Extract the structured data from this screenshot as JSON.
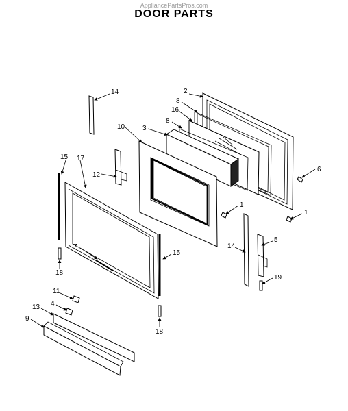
{
  "watermark": "AppliancePartsPros.com",
  "title": "DOOR PARTS",
  "callouts": [
    "14",
    "2",
    "8",
    "16",
    "10",
    "3",
    "8",
    "6",
    "15",
    "17",
    "12",
    "1",
    "1",
    "5",
    "14",
    "7",
    "15",
    "18",
    "19",
    "18",
    "11",
    "4",
    "13",
    "9"
  ]
}
